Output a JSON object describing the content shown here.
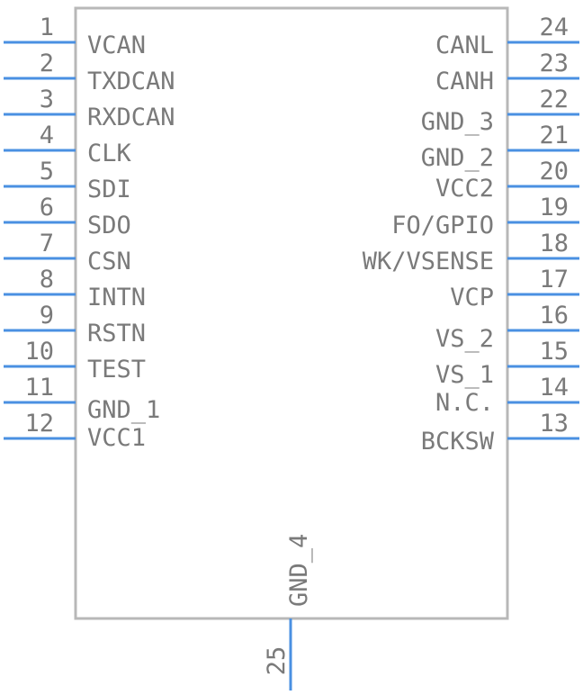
{
  "component": {
    "left_pins": [
      {
        "number": "1",
        "name": "VCAN"
      },
      {
        "number": "2",
        "name": "TXDCAN"
      },
      {
        "number": "3",
        "name": "RXDCAN"
      },
      {
        "number": "4",
        "name": "CLK"
      },
      {
        "number": "5",
        "name": "SDI"
      },
      {
        "number": "6",
        "name": "SDO"
      },
      {
        "number": "7",
        "name": "CSN"
      },
      {
        "number": "8",
        "name": "INTN"
      },
      {
        "number": "9",
        "name": "RSTN"
      },
      {
        "number": "10",
        "name": "TEST"
      },
      {
        "number": "11",
        "name": "GND_1"
      },
      {
        "number": "12",
        "name": "VCC1"
      }
    ],
    "right_pins": [
      {
        "number": "24",
        "name": "CANL"
      },
      {
        "number": "23",
        "name": "CANH"
      },
      {
        "number": "22",
        "name": "GND_3"
      },
      {
        "number": "21",
        "name": "GND_2"
      },
      {
        "number": "20",
        "name": "VCC2"
      },
      {
        "number": "19",
        "name": "FO/GPIO"
      },
      {
        "number": "18",
        "name": "WK/VSENSE"
      },
      {
        "number": "17",
        "name": "VCP"
      },
      {
        "number": "16",
        "name": "VS_2"
      },
      {
        "number": "15",
        "name": "VS_1"
      },
      {
        "number": "14",
        "name": "N.C."
      },
      {
        "number": "13",
        "name": "BCKSW"
      }
    ],
    "bottom_pin": {
      "number": "25",
      "name": "GND_4"
    },
    "colors": {
      "pin": "#4a90e2",
      "body": "#b8b8b8",
      "text": "#7a7a7a"
    }
  }
}
